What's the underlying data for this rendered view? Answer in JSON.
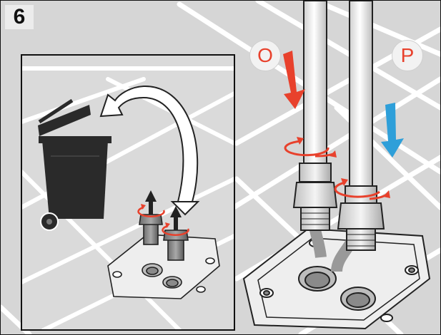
{
  "step": {
    "number": "6"
  },
  "labels": {
    "outlet": "O",
    "inlet": "P"
  },
  "colors": {
    "outlet_arrow": "#e8412c",
    "inlet_arrow": "#2e9fd9",
    "rotate_arrow": "#e8412c",
    "bin": "#2a2a2a",
    "tile": "#d4d4d4",
    "grout": "#ffffff"
  },
  "icons": [
    "waste-bin-icon",
    "curved-arrow-icon",
    "rotate-arrow-icon",
    "flow-down-arrow-icon",
    "up-arrow-icon"
  ]
}
